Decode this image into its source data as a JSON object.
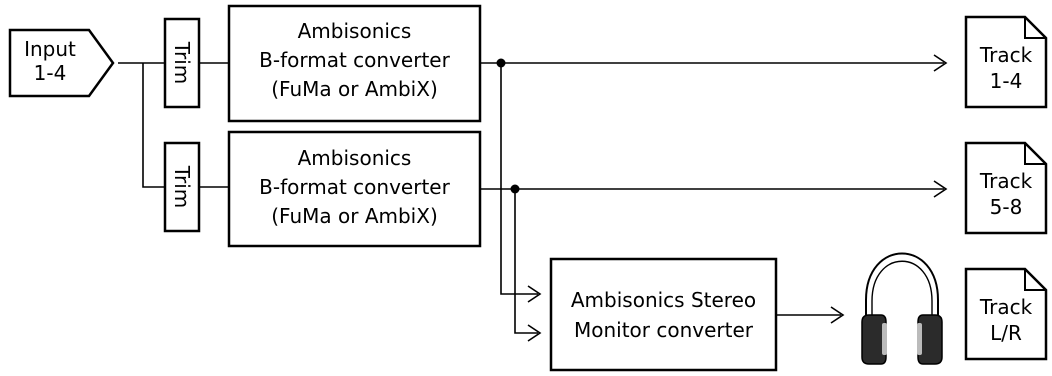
{
  "input": {
    "line1": "Input",
    "line2": "1-4"
  },
  "trim_top": {
    "label": "Trim"
  },
  "trim_bottom": {
    "label": "Trim"
  },
  "converter_top": {
    "line1": "Ambisonics",
    "line2": "B-format converter",
    "line3": "(FuMa or AmbiX)"
  },
  "converter_bottom": {
    "line1": "Ambisonics",
    "line2": "B-format converter",
    "line3": "(FuMa or AmbiX)"
  },
  "monitor": {
    "line1": "Ambisonics Stereo",
    "line2": "Monitor converter"
  },
  "tracks": [
    {
      "line1": "Track",
      "line2": "1-4"
    },
    {
      "line1": "Track",
      "line2": "5-8"
    },
    {
      "line1": "Track",
      "line2": "L/R"
    }
  ],
  "headphones": {
    "icon": "headphones-icon"
  },
  "colors": {
    "stroke": "#000000",
    "background": "#ffffff",
    "earcup": "#2b2b2b"
  }
}
